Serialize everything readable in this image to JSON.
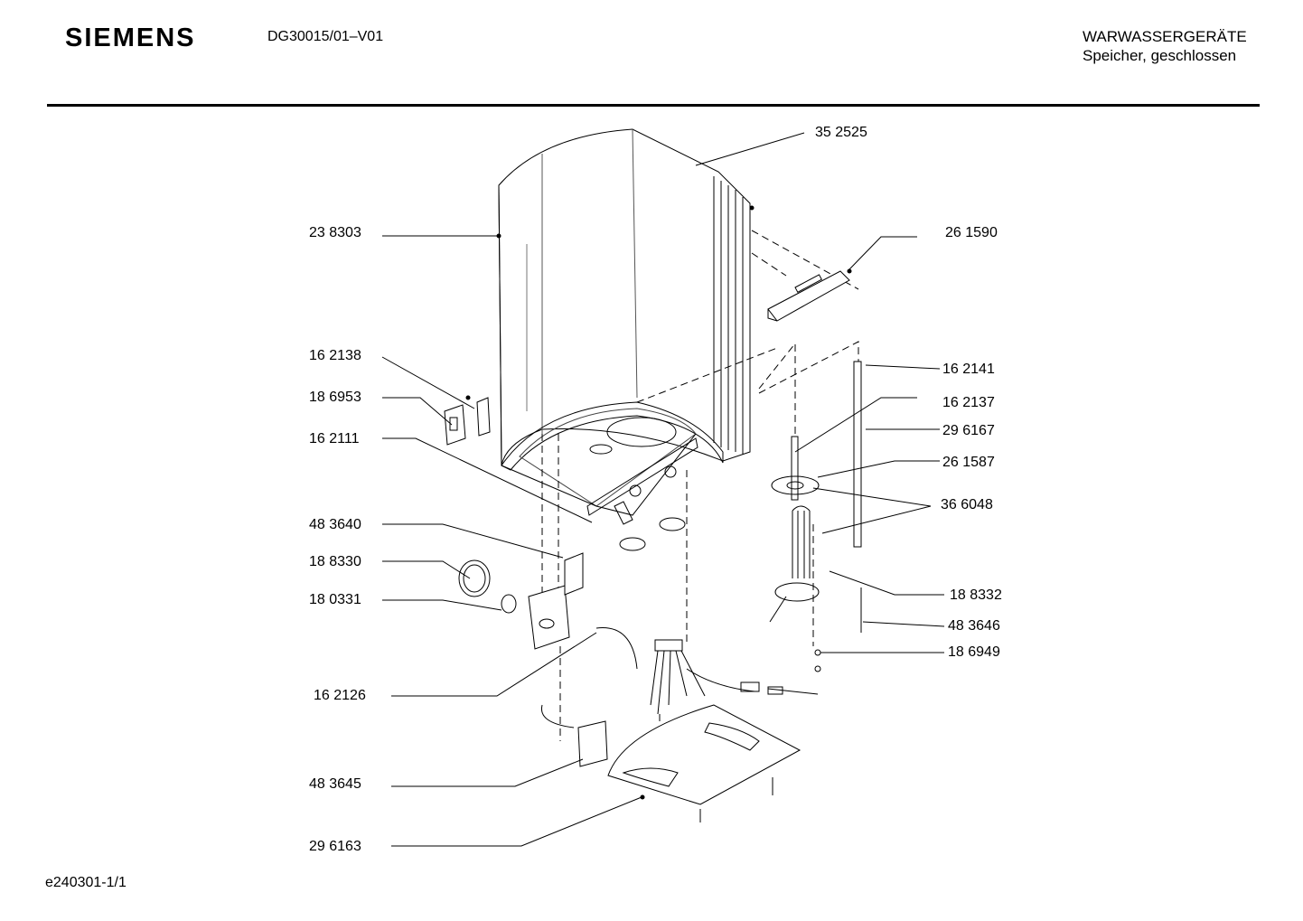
{
  "header": {
    "brand": "SIEMENS",
    "document_number": "DG30015/01–V01",
    "category_line1": "WARWASSERGERÄTE",
    "category_line2": "Speicher, geschlossen"
  },
  "footer": {
    "page_ref": "e240301-1/1"
  },
  "parts": {
    "p352525": "35 2525",
    "p238303": "23 8303",
    "p261590": "26 1590",
    "p162138": "16 2138",
    "p186953": "18 6953",
    "p162111": "16 2111",
    "p162141": "16 2141",
    "p162137": "16 2137",
    "p296167": "29 6167",
    "p261587": "26 1587",
    "p366048": "36 6048",
    "p483640": "48 3640",
    "p188330": "18 8330",
    "p180331": "18 0331",
    "p188332": "18 8332",
    "p483646": "48 3646",
    "p186949": "18 6949",
    "p162126": "16 2126",
    "p483645": "48 3645",
    "p296163": "29 6163"
  }
}
